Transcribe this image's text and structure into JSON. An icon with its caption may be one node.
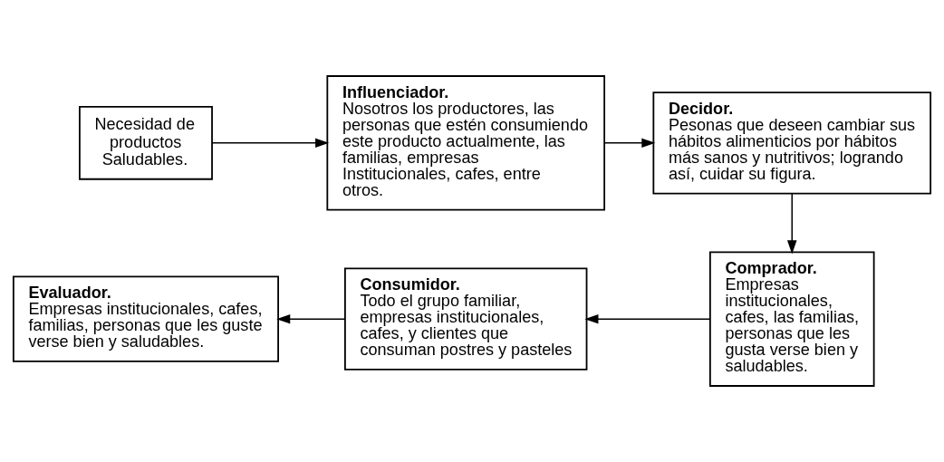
{
  "diagram": {
    "nodes": [
      {
        "text": [
          "Necesidad de productos Saludables."
        ]
      },
      {
        "text": [
          "Influenciador.",
          "Nosotros los productores, las personas que estén consumiendo este producto actualmente, las familias, empresas Institucionales, cafes, entre otros."
        ]
      },
      {
        "text": [
          "Decidor.",
          "Pesonas que deseen cambiar sus hábitos alimenticios por hábitos más sanos y nutritivos; logrando así, cuidar su figura."
        ]
      },
      {
        "text": [
          "Comprador.",
          "Empresas institucionales, cafes, las familias, personas que les gusta verse bien y saludables."
        ]
      },
      {
        "text": [
          "Consumidor.",
          "Todo el grupo familiar, empresas institucionales, cafes, y clientes que consuman postres y pasteles"
        ]
      },
      {
        "text": [
          "Evaluador.",
          "Empresas institucionales, cafes, familias, personas que les guste verse bien y saludables."
        ]
      }
    ],
    "edges": [
      {
        "from": 0,
        "to": 1,
        "arrow": "to"
      },
      {
        "from": 1,
        "to": 2,
        "arrow": "to"
      },
      {
        "from": 2,
        "to": 3,
        "arrow": "to"
      },
      {
        "from": 3,
        "to": 4,
        "arrow": "to"
      },
      {
        "from": 4,
        "to": 5,
        "arrow": "to"
      }
    ]
  }
}
